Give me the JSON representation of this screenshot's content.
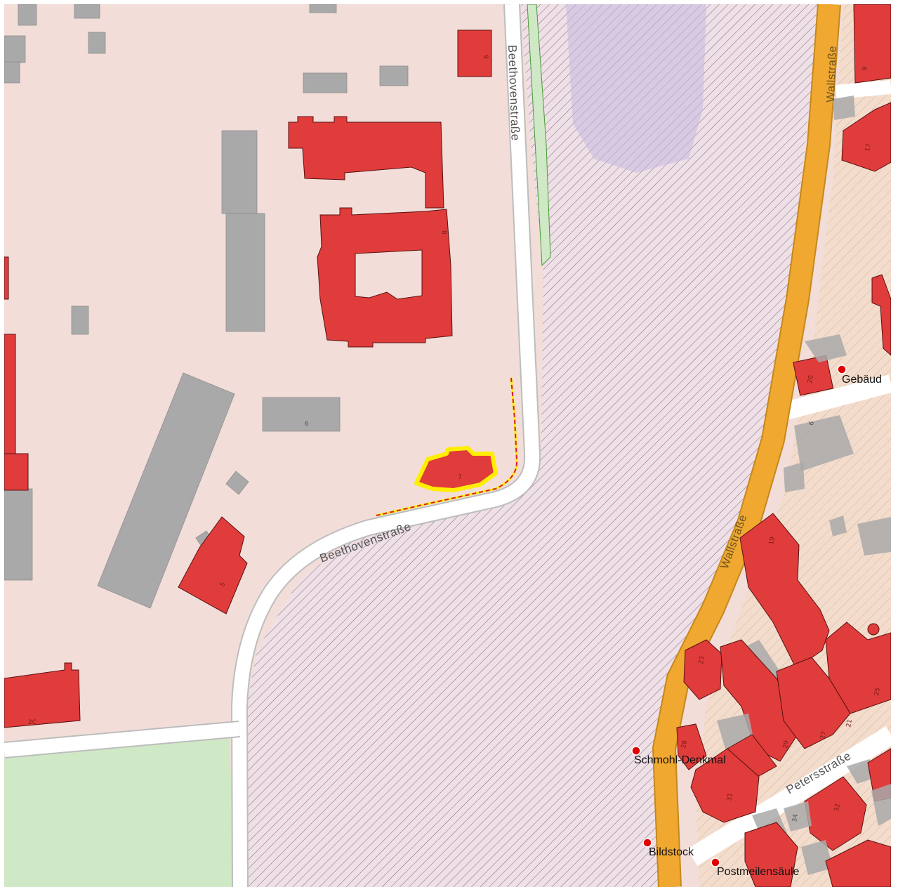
{
  "streets": {
    "beethoven_vertical": "Beethovenstraße",
    "beethoven_curve": "Beethovenstraße",
    "wallstrasse_top": "Wallstraße",
    "wallstrasse_mid": "Wallstraße",
    "petersstrasse": "Petersstraße"
  },
  "pois": [
    {
      "id": "schmohl",
      "label": "Schmohl-Denkmal"
    },
    {
      "id": "bildstock",
      "label": "Bildstock"
    },
    {
      "id": "postmeilensaeule",
      "label": "Postmeilensäule"
    },
    {
      "id": "gebaeude",
      "label": "Gebäud"
    }
  ],
  "house_numbers": {
    "top_building": "9",
    "main_building": "8",
    "gray_building": "6",
    "highlighted_building": "7",
    "lower_building": "5",
    "left_building": "2C",
    "right_20": "20",
    "right_6": "6",
    "right_19": "19",
    "right_21": "21",
    "right_23": "23",
    "right_25": "25",
    "right_27": "27",
    "right_29": "29",
    "right_31": "31",
    "right_34": "34",
    "right_28": "28",
    "right_32": "32",
    "right_top": "9",
    "right_17": "17"
  },
  "colors": {
    "campus_fill": "#f2ddd8",
    "park_fill": "#cfe8c6",
    "hatched_area": "#efdfe6",
    "building_red": "#e03c3c",
    "building_gray": "#a9a9a9",
    "main_road": "#f0a830",
    "highlight_outline": "#ffee00",
    "poi_marker": "#e00000"
  }
}
